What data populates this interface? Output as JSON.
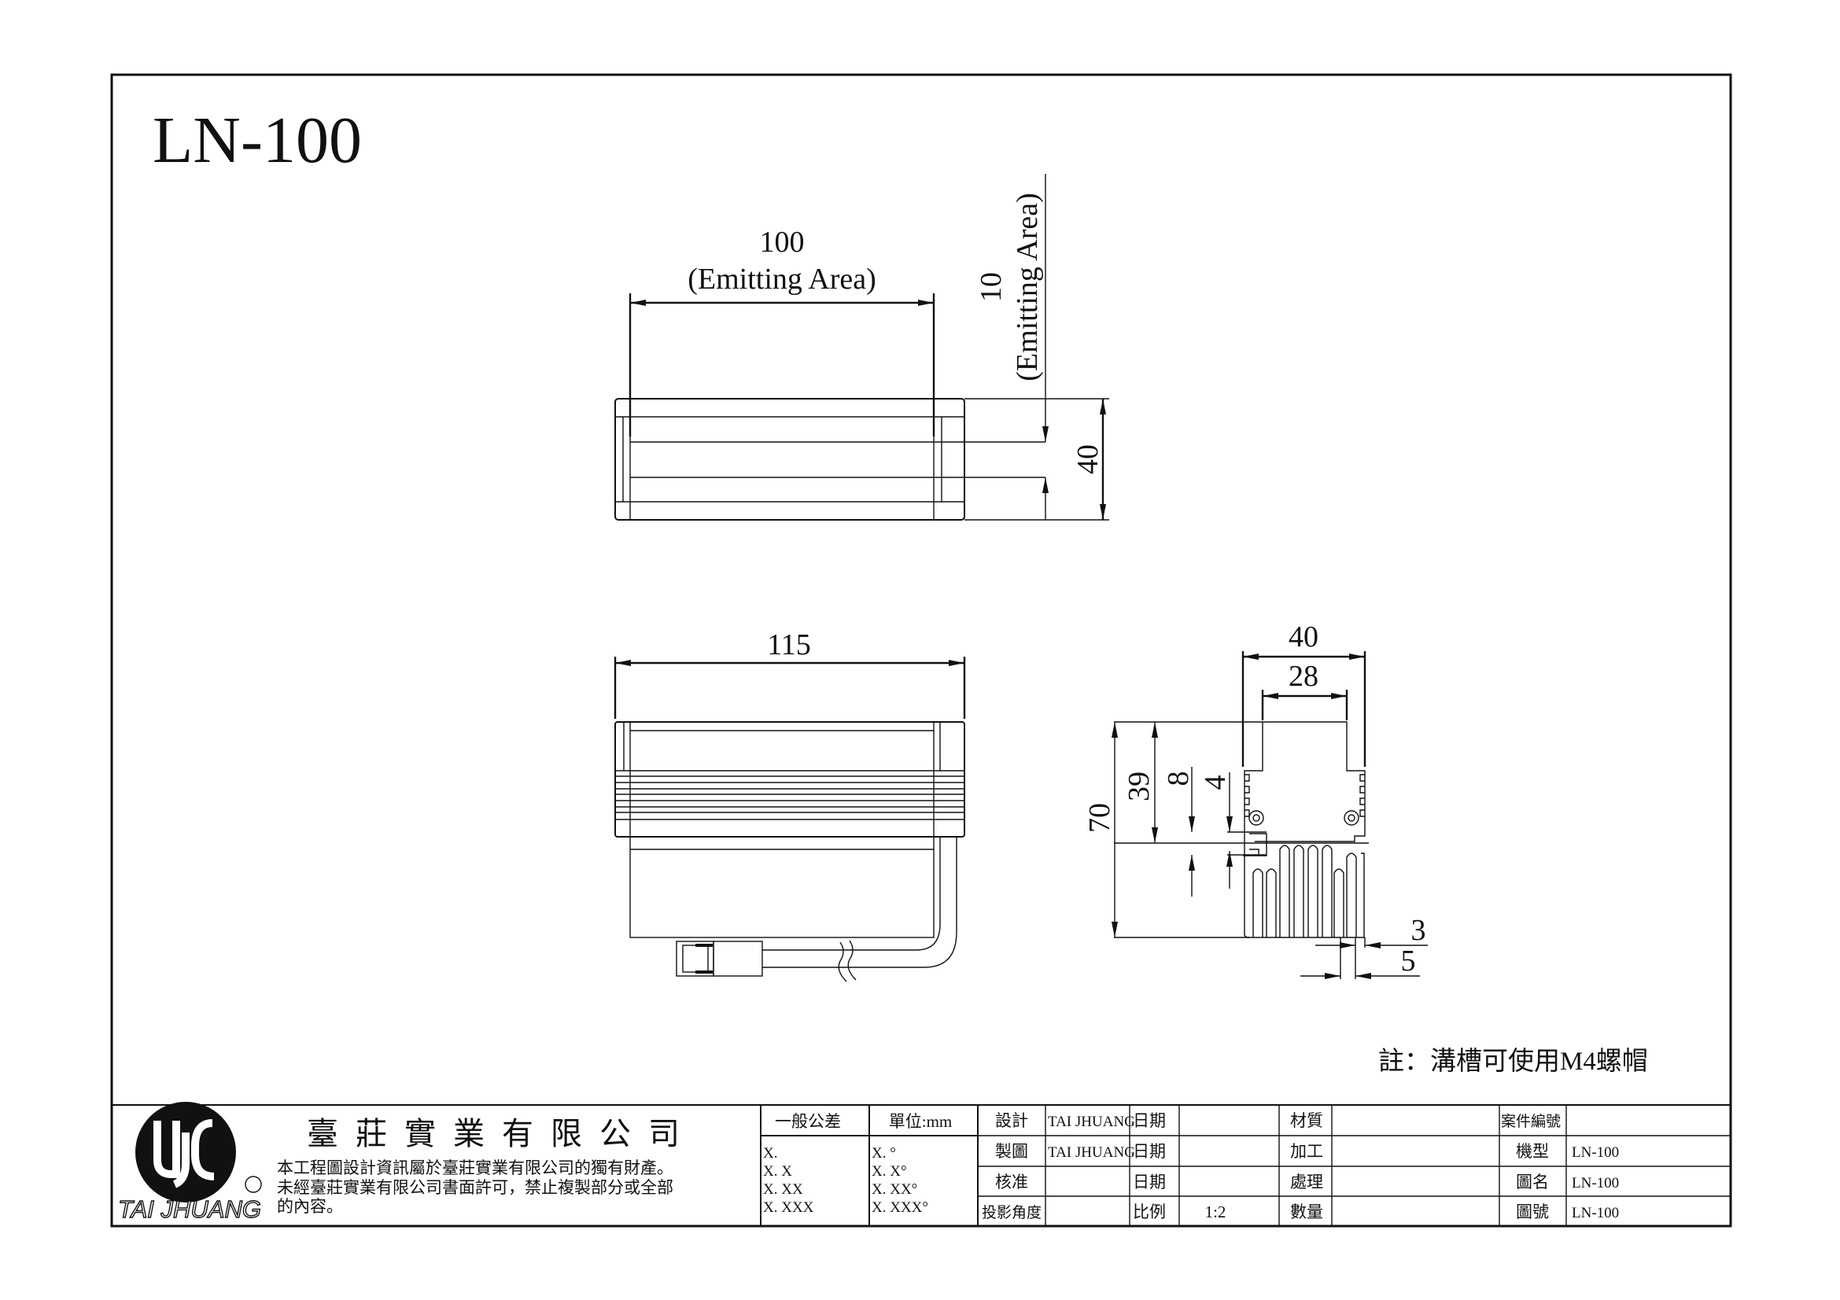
{
  "drawing": {
    "title": "LN-100",
    "top_view": {
      "width_label": "100",
      "width_caption": "(Emitting Area)",
      "emit_height_label": "10",
      "emit_height_caption": "(Emitting Area)",
      "height_label": "40"
    },
    "front_view": {
      "length_label": "115"
    },
    "side_view": {
      "outer_width_label": "40",
      "slot_width_label": "28",
      "total_height_label": "70",
      "upper_height_label": "39",
      "slot_label": "8",
      "groove_label": "4",
      "fin_a_label": "3",
      "fin_b_label": "5"
    },
    "note": "註：溝槽可使用M4螺帽"
  },
  "title_block": {
    "logo_text": "TAI JHUANG",
    "company": "臺莊實業有限公司",
    "disclaimer": [
      "本工程圖設計資訊屬於臺莊實業有限公司的獨有財產。",
      "未經臺莊實業有限公司書面許可，禁止複製部分或全部",
      "的內容。"
    ],
    "tolerance_header": "一般公差",
    "unit_header": "單位:mm",
    "tolerance_rows": [
      "X.",
      "X. X",
      "X. XX",
      "X. XXX"
    ],
    "angle_rows": [
      "X. °",
      "X. X°",
      "X. XX°",
      "X. XXX°"
    ],
    "rows": [
      {
        "label": "設計",
        "value": "TAI JHUANG",
        "date_label": "日期",
        "date": "",
        "k": "材質",
        "v": "",
        "k2": "案件編號",
        "v2": ""
      },
      {
        "label": "製圖",
        "value": "TAI JHUANG",
        "date_label": "日期",
        "date": "",
        "k": "加工",
        "v": "",
        "k2": "機型",
        "v2": "LN-100"
      },
      {
        "label": "核准",
        "value": "",
        "date_label": "日期",
        "date": "",
        "k": "處理",
        "v": "",
        "k2": "圖名",
        "v2": "LN-100"
      },
      {
        "label": "投影角度",
        "value": "",
        "date_label": "比例",
        "date": "1:2",
        "k": "數量",
        "v": "",
        "k2": "圖號",
        "v2": "LN-100"
      }
    ]
  }
}
